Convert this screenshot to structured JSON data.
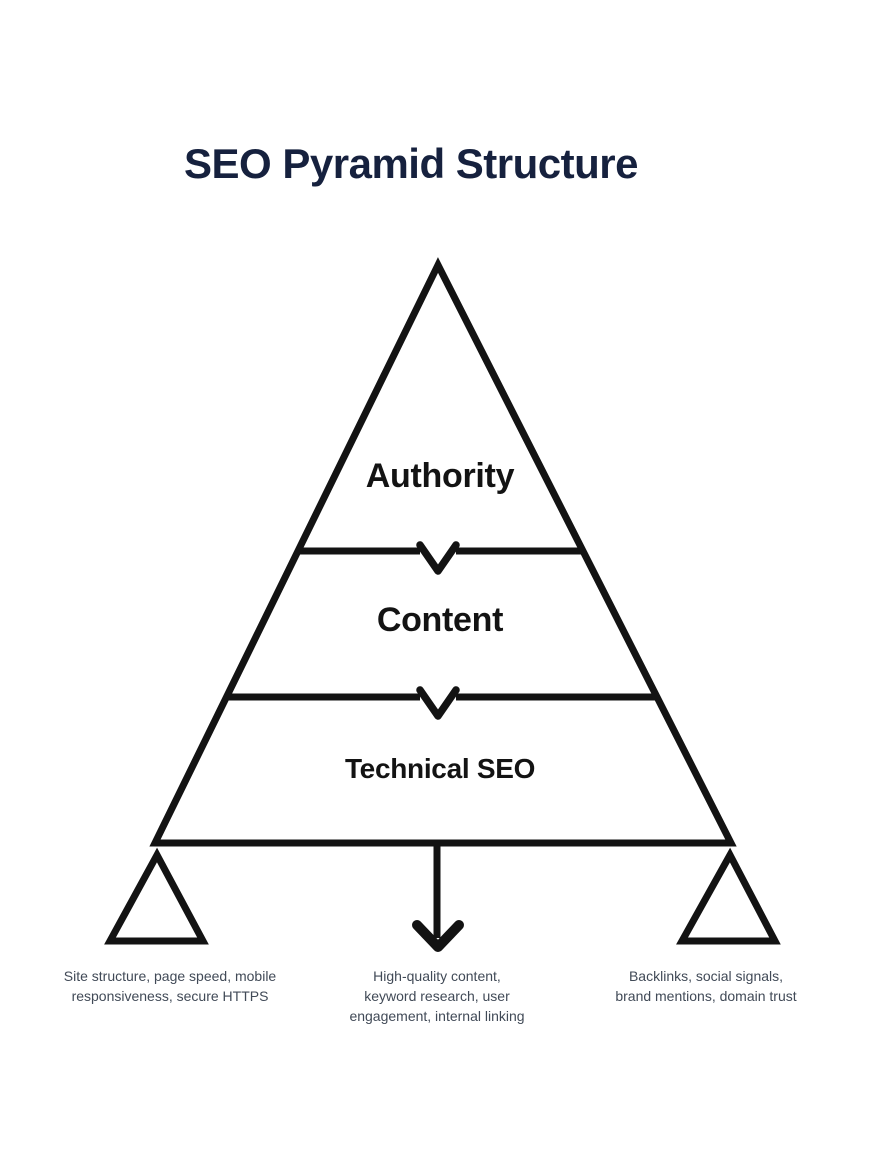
{
  "title": "SEO Pyramid Structure",
  "colors": {
    "background": "#ffffff",
    "line": "#131313",
    "title_text": "#16213e",
    "level_text": "#131313",
    "caption_text": "#414a57"
  },
  "pyramid": {
    "levels": [
      {
        "label": "Authority"
      },
      {
        "label": "Content"
      },
      {
        "label": "Technical SEO"
      }
    ],
    "icons": [
      "chevron-down-icon",
      "chevron-down-icon",
      "arrow-down-icon",
      "left-base-triangle-icon",
      "right-base-triangle-icon"
    ]
  },
  "captions": {
    "left": {
      "lines": [
        "Site structure, page speed, mobile",
        "responsiveness, secure HTTPS"
      ]
    },
    "center": {
      "lines": [
        "High-quality content,",
        "keyword research, user",
        "engagement, internal linking"
      ]
    },
    "right": {
      "lines": [
        "Backlinks, social signals,",
        "brand mentions, domain trust"
      ]
    }
  }
}
